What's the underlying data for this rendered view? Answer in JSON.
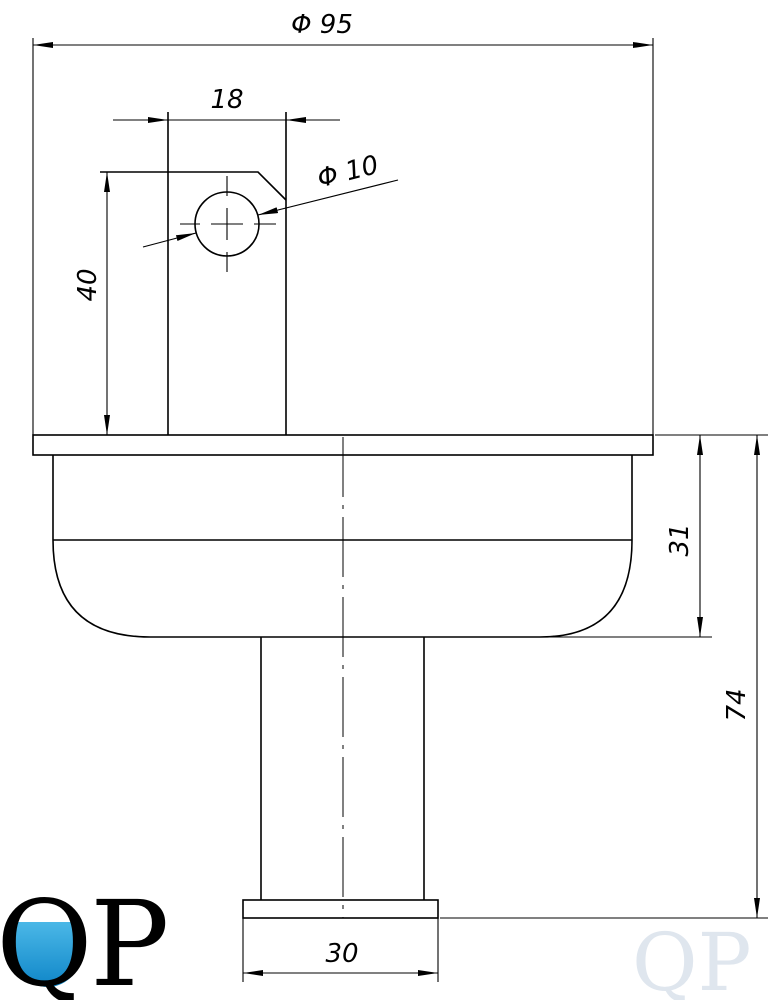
{
  "drawing": {
    "dimensions": {
      "outer_diameter": "Φ 95",
      "bracket_width": "18",
      "hole_diameter": "Φ 10",
      "bracket_height": "40",
      "body_height": "31",
      "total_height": "74",
      "stem_base_width": "30"
    },
    "logo": {
      "text_q": "Q",
      "text_p": "P",
      "water_color": "#1a9ad6"
    },
    "watermark": "QP"
  }
}
